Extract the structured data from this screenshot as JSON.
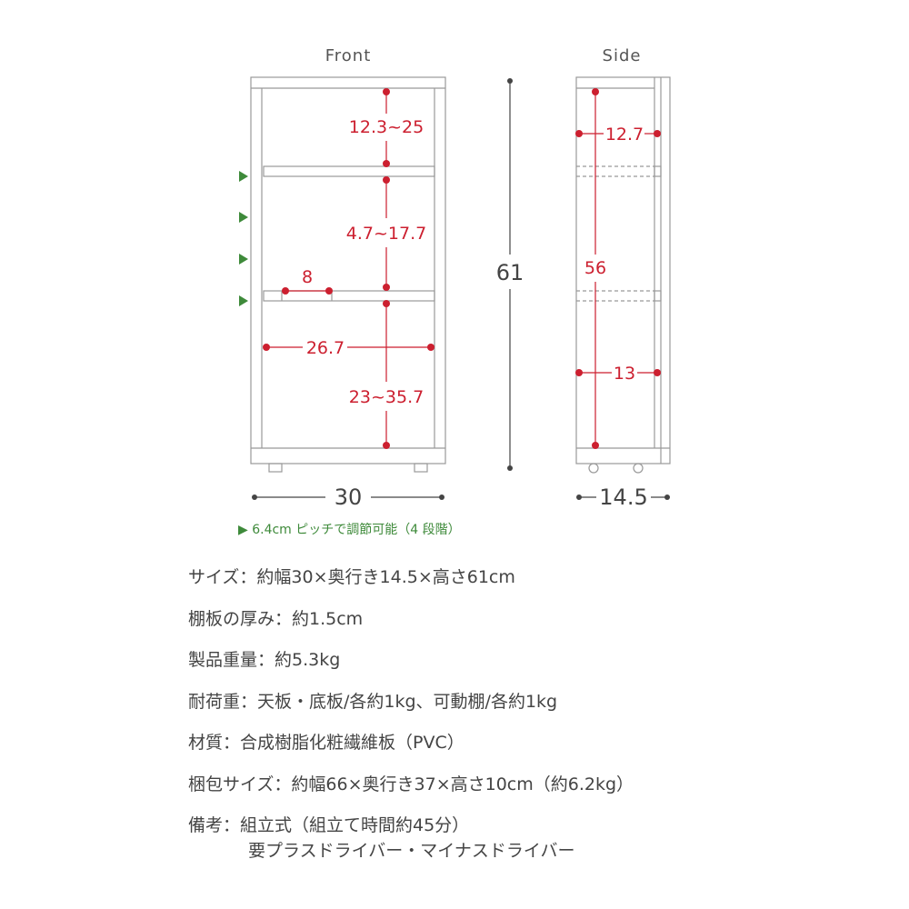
{
  "views": {
    "front_title": "Front",
    "side_title": "Side"
  },
  "front": {
    "top_gap": "12.3~25",
    "middle_gap": "4.7~17.7",
    "bottom_gap": "23~35.7",
    "handle_width": "8",
    "inner_width": "26.7",
    "outer_width": "30"
  },
  "height_total": "61",
  "side": {
    "top_depth": "12.7",
    "inner_height": "56",
    "bottom_depth": "13",
    "outer_depth": "14.5"
  },
  "pitch_note": "▶ 6.4cm ピッチで調節可能（4 段階）",
  "specs": [
    {
      "text": "サイズ：約幅30×奥行き14.5×高さ61cm"
    },
    {
      "text": "棚板の厚み：約1.5cm"
    },
    {
      "text": "製品重量：約5.3kg"
    },
    {
      "text": "耐荷重：天板・底板/各約1kg、可動棚/各約1kg"
    },
    {
      "text": "材質：合成樹脂化粧繊維板（PVC）"
    },
    {
      "text": "梱包サイズ：約幅66×奥行き37×高さ10cm（約6.2kg）"
    },
    {
      "text": "備考：組立式（組立て時間約45分）",
      "continuation": "要プラスドライバー・マイナスドライバー"
    }
  ],
  "colors": {
    "dimension_red": "#cc1f2f",
    "pitch_green": "#3e8a3a",
    "outline": "#999999",
    "text": "#444444"
  }
}
